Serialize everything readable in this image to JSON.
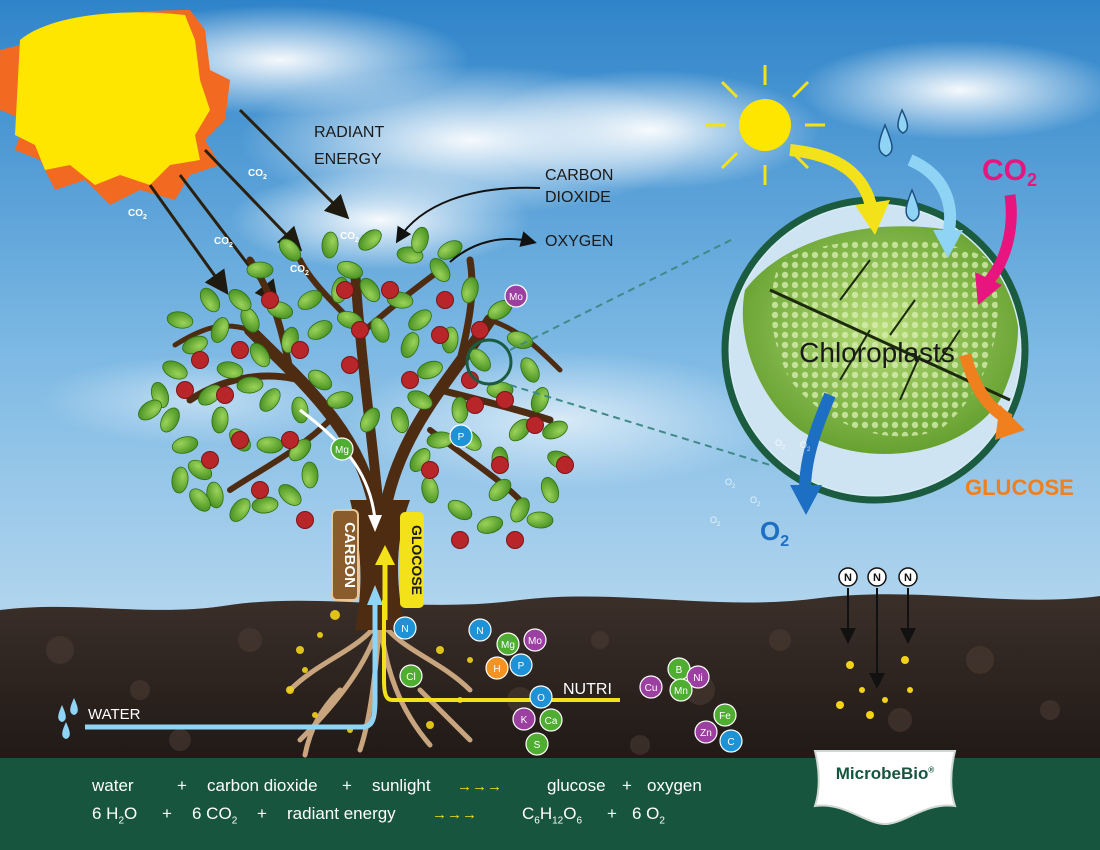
{
  "labels": {
    "radiant_energy": [
      "RADIANT",
      "ENERGY"
    ],
    "carbon_dioxide": [
      "CARBON",
      "DIOXIDE"
    ],
    "oxygen": "OXYGEN",
    "co2_small": "CO",
    "co2_sub": "2",
    "carbon_trunk": "CARBON",
    "glucose_trunk": "GLOCOSE",
    "water": "WATER",
    "nutri": "NUTRI"
  },
  "inset": {
    "chloroplasts": "Chloroplasts",
    "co2": "CO",
    "co2_sub": "2",
    "glucose": "GLUCOSE",
    "o2": "O",
    "o2_sub": "2"
  },
  "nutrients": {
    "tree": [
      "Mo",
      "Mg",
      "P"
    ],
    "root": [
      "N",
      "Cl"
    ],
    "soil_cluster_1": [
      "N",
      "Mg",
      "Mo",
      "H",
      "P",
      "O",
      "K",
      "Ca",
      "S"
    ],
    "soil_cluster_2": [
      "B",
      "Ni",
      "Cu",
      "Mn",
      "Fe",
      "Zn",
      "C"
    ],
    "nitrogen_markers": [
      "N",
      "N",
      "N"
    ]
  },
  "colors": {
    "footer": "#17553f",
    "equation_arrows": "#f3e21a",
    "glucose_label": "#f07f1e",
    "co2_inset": "#e8157f",
    "o2_inset": "#1d6fc4",
    "water_arrow": "#8fd3f5",
    "leaf_green": "#6cb52d",
    "apple_red": "#b8262a",
    "trunk_brown": "#4e2c12"
  },
  "equation": {
    "line1": {
      "water": "water",
      "plus1": "+",
      "co2": "carbon dioxide",
      "plus2": "+",
      "sunlight": "sunlight",
      "arrows": "→→→",
      "glucose": "glucose",
      "plus3": "+",
      "oxygen": "oxygen"
    },
    "line2": {
      "h2o_coef": "6 H",
      "h2o_sub": "2",
      "h2o_tail": "O",
      "plus1": "+",
      "co2_coef": "6 CO",
      "co2_sub": "2",
      "plus2": "+",
      "energy": "radiant energy",
      "arrows": "→→→",
      "c": "C",
      "c_sub": "6",
      "h": "H",
      "h_sub": "12",
      "o": "O",
      "o_sub": "6",
      "plus3": "+",
      "o2_coef": "6 O",
      "o2_sub": "2"
    }
  },
  "brand": {
    "name": "MicrobeBio",
    "mark": "®"
  }
}
